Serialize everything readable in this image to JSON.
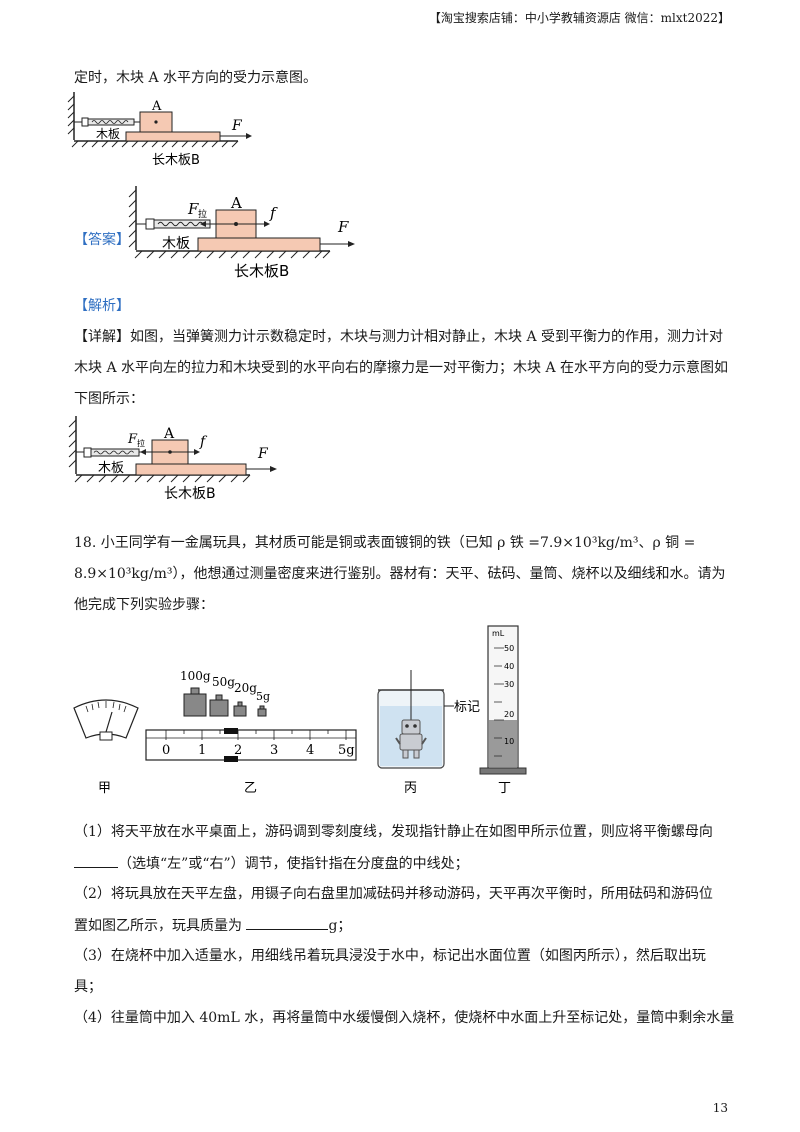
{
  "header": "【淘宝搜索店铺：中小学教辅资源店 微信：mlxt2022】",
  "intro_line": "定时，木块 A 水平方向的受力示意图。",
  "fig1": {
    "block": "A",
    "board": "木板",
    "force": "F",
    "long_board": "长木板B"
  },
  "answer_tag": "【答案】",
  "fig2": {
    "block": "A",
    "board": "木板",
    "f_pull": "F",
    "f_pull_sub": "拉",
    "friction": "f",
    "force": "F",
    "long_board": "长木板B"
  },
  "analysis_tag": "【解析】",
  "detail": [
    "【详解】如图，当弹簧测力计示数稳定时，木块与测力计相对静止，木块 A 受到平衡力的作用，测力计对",
    "木块 A 水平向左的拉力和木块受到的水平向右的摩擦力是一对平衡力；木块 A 在水平方向的受力示意图如",
    "下图所示："
  ],
  "fig3": {
    "block": "A",
    "board": "木板",
    "f_pull": "F",
    "f_pull_sub": "拉",
    "friction": "f",
    "force": "F",
    "long_board": "长木板B"
  },
  "q18": {
    "line1": "18.  小王同学有一金属玩具，其材质可能是铜或表面镀铜的铁（已知 ρ 铁 =7.9×10³kg/m³、ρ 铜 =",
    "line2": "8.9×10³kg/m³），他想通过测量密度来进行鉴别。器材有：天平、砝码、量筒、烧杯以及细线和水。请为",
    "line3": "他完成下列实验步骤："
  },
  "fig4": {
    "weights": [
      "100g",
      "50g",
      "20g",
      "5g"
    ],
    "scale": [
      "0",
      "1",
      "2",
      "3",
      "4",
      "5g"
    ],
    "mark": "标记",
    "cyl_unit": "mL",
    "cyl_ticks": [
      "50",
      "40",
      "30",
      "20",
      "10"
    ],
    "labels": [
      "甲",
      "乙",
      "丙",
      "丁"
    ]
  },
  "steps": {
    "s1a": "（1）将天平放在水平桌面上，游码调到零刻度线，发现指针静止在如图甲所示位置，则应将平衡螺母向",
    "s1b": "（选填“左”或“右”）调节，使指针指在分度盘的中线处；",
    "s2a": "（2）将玩具放在天平左盘，用镊子向右盘里加减砝码并移动游码，天平再次平衡时，所用砝码和游码位",
    "s2b": "置如图乙所示，玩具质量为",
    "s2c": "g；",
    "s3a": "（3）在烧杯中加入适量水，用细线吊着玩具浸没于水中，标记出水面位置（如图丙所示），然后取出玩",
    "s3b": "具；",
    "s4a": "（4）往量筒中加入 40mL 水，再将量筒中水缓慢倒入烧杯，使烧杯中水面上升至标记处，量筒中剩余水量"
  },
  "page_number": "13"
}
